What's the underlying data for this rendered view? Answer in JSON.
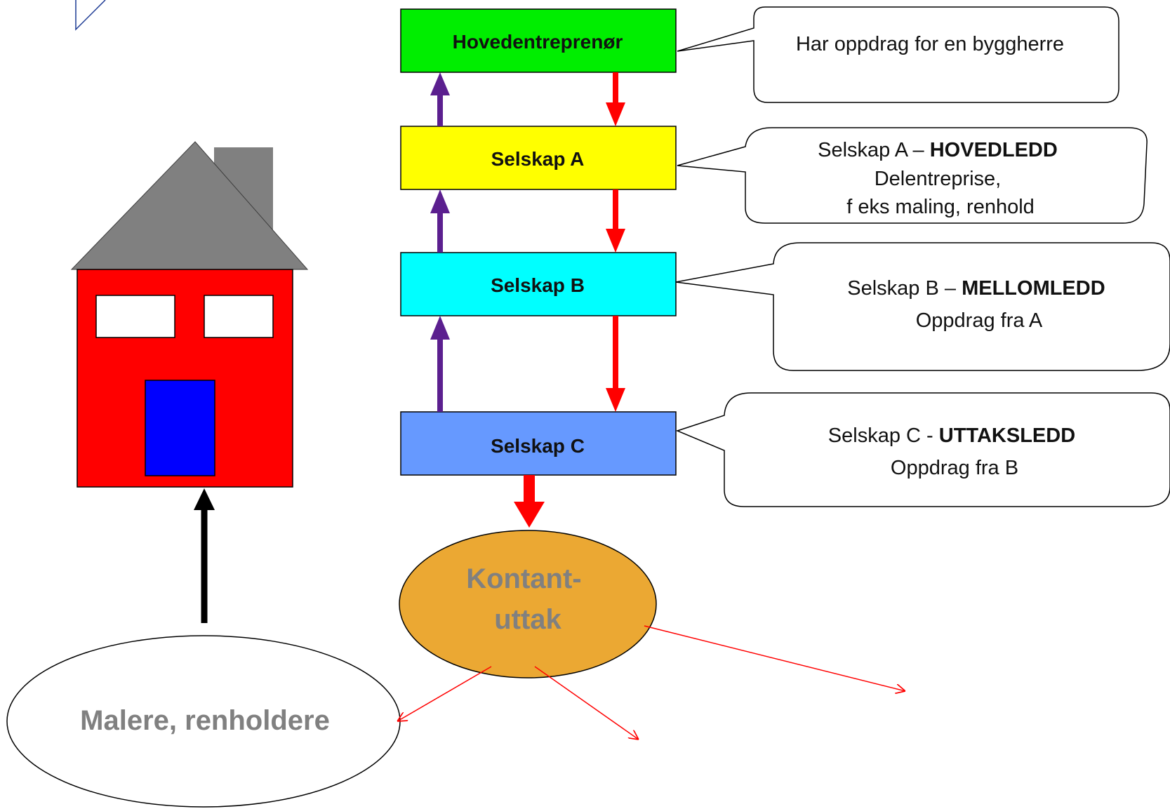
{
  "boxes": {
    "main": {
      "label": "Hovedentreprenør",
      "color": "#00ee00"
    },
    "a": {
      "label": "Selskap A",
      "color": "#ffff00"
    },
    "b": {
      "label": "Selskap B",
      "color": "#00ffff"
    },
    "c": {
      "label": "Selskap C",
      "color": "#6699ff"
    }
  },
  "callouts": {
    "main": {
      "line1": "Har oppdrag for en byggherre"
    },
    "a": {
      "line1_plain": "Selskap A – ",
      "line1_bold": "HOVEDLEDD",
      "line2": "Delentreprise,",
      "line3": "f eks  maling, renhold"
    },
    "b": {
      "line1_plain": "Selskap B – ",
      "line1_bold": "MELLOMLEDD",
      "line2": "Oppdrag fra A"
    },
    "c": {
      "line1_plain": "Selskap C - ",
      "line1_bold": "UTTAKSLEDD",
      "line2": "Oppdrag fra B"
    }
  },
  "ovals": {
    "cash": {
      "line1": "Kontant-",
      "line2": "uttak",
      "color": "#eba833"
    },
    "workers": {
      "label": "Malere, renholdere"
    }
  },
  "colors": {
    "flow_down": "#ff0000",
    "flow_up": "#5b1f8f",
    "house_wall": "#ff0000",
    "house_roof": "#808080",
    "house_door": "#0000ff",
    "house_arrow": "#000000"
  }
}
